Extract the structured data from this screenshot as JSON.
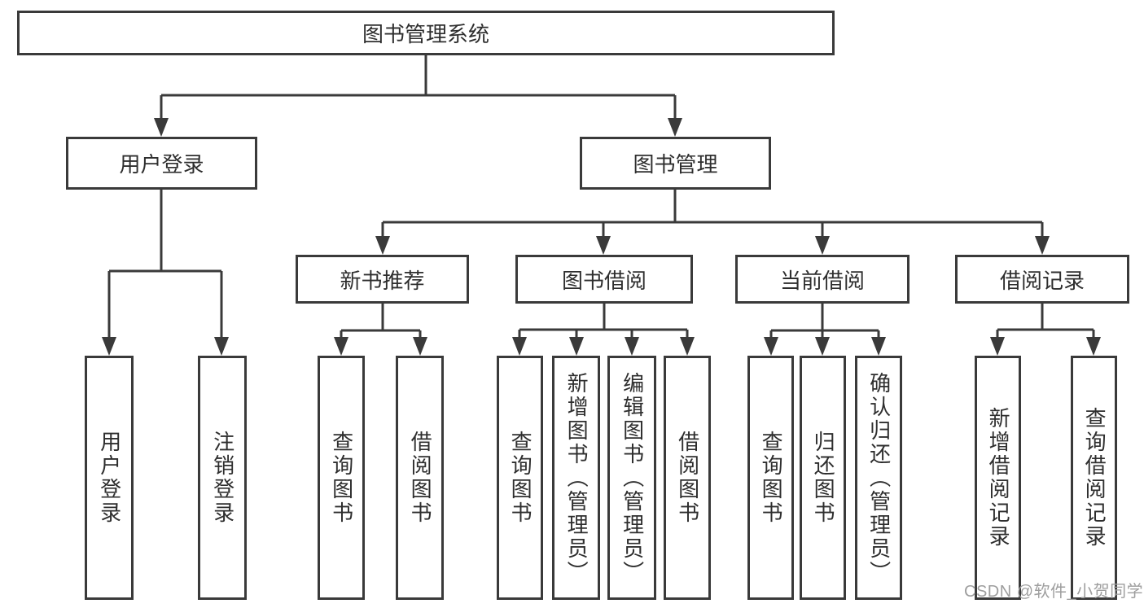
{
  "tree": {
    "label": "图书管理系统",
    "children": [
      {
        "label": "用户登录",
        "children": [
          {
            "label": "用户登录"
          },
          {
            "label": "注销登录"
          }
        ]
      },
      {
        "label": "图书管理",
        "children": [
          {
            "label": "新书推荐",
            "children": [
              {
                "label": "查询图书"
              },
              {
                "label": "借阅图书"
              }
            ]
          },
          {
            "label": "图书借阅",
            "children": [
              {
                "label": "查询图书"
              },
              {
                "label": "新增图书（管理员）"
              },
              {
                "label": "编辑图书（管理员）"
              },
              {
                "label": "借阅图书"
              }
            ]
          },
          {
            "label": "当前借阅",
            "children": [
              {
                "label": "查询图书"
              },
              {
                "label": "归还图书"
              },
              {
                "label": "确认归还（管理员）"
              }
            ]
          },
          {
            "label": "借阅记录",
            "children": [
              {
                "label": "新增借阅记录"
              },
              {
                "label": "查询借阅记录"
              }
            ]
          }
        ]
      }
    ]
  },
  "watermark": "CSDN @软件_小贺同学",
  "colors": {
    "line": "#3a3a3a",
    "box_border": "#3a3a3a",
    "box_background": "#ffffff",
    "text": "#2e2e2e",
    "watermark_text": "#9e9e9e"
  }
}
